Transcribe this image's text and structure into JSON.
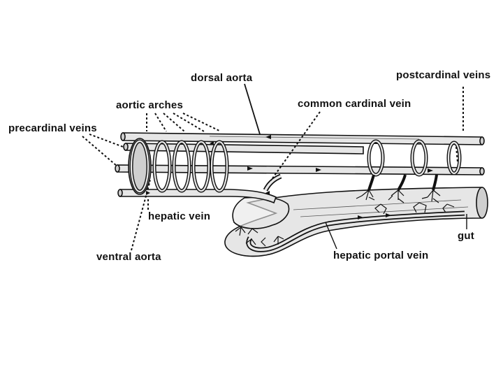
{
  "labels": {
    "dorsal_aorta": "dorsal aorta",
    "postcardinal_veins": "postcardinal veins",
    "aortic_arches": "aortic arches",
    "common_cardinal_vein": "common cardinal vein",
    "precardinal_veins": "precardinal veins",
    "hepatic_vein": "hepatic vein",
    "ventral_aorta": "ventral aorta",
    "gut": "gut",
    "hepatic_portal_vein": "hepatic portal vein"
  },
  "colors": {
    "ink": "#111111",
    "background": "#ffffff",
    "vessel_fill": "#e6e6e6"
  }
}
